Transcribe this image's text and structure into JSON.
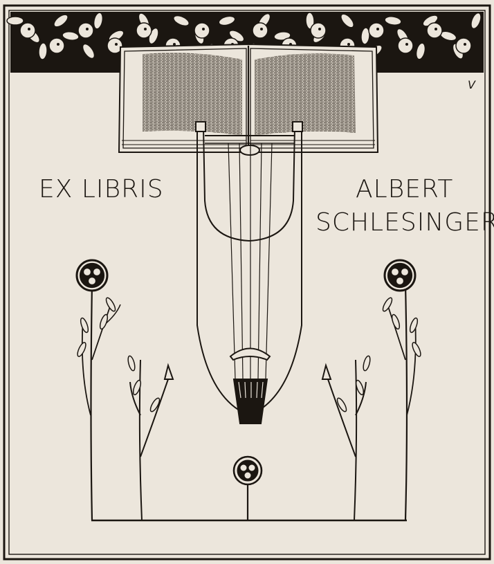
{
  "bookplate": {
    "label_left": "EX LIBRIS",
    "owner_line_1": "ALBERT",
    "owner_line_2": "SCHLESINGER",
    "monogram": "V",
    "colors": {
      "paper": "#ece6dc",
      "ink": "#1b1611",
      "page_tone": "#b9b2a7"
    },
    "motifs": [
      "fruit-garland",
      "open-book",
      "lyre",
      "stylized-flowers"
    ]
  }
}
